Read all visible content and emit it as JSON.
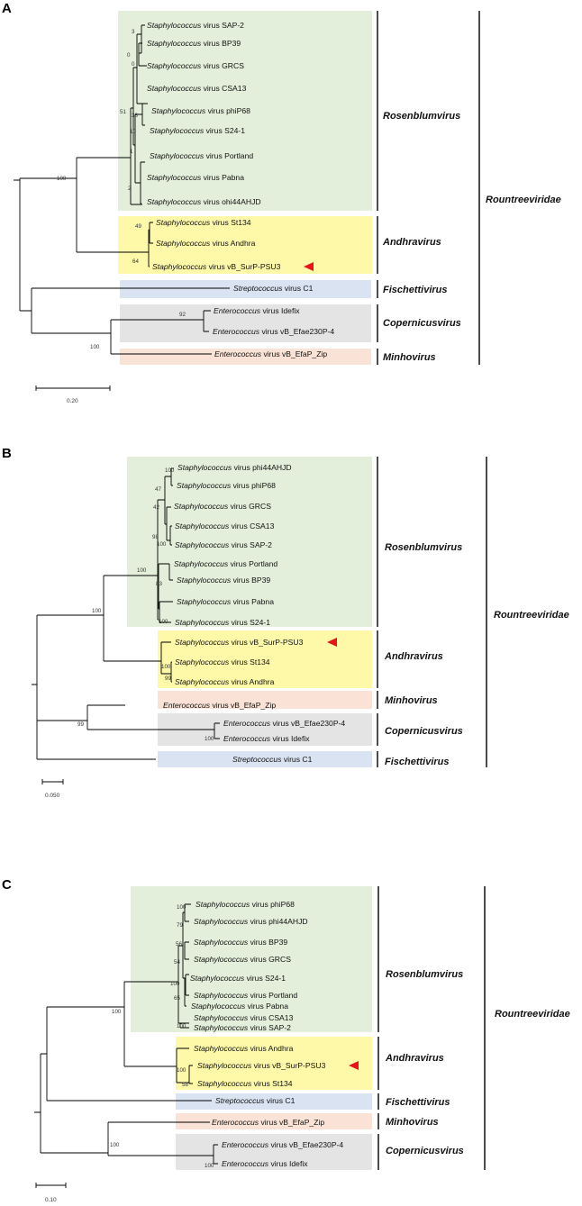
{
  "colors": {
    "rosenblumvirus": "#e3efda",
    "andhravirus": "#fdf9a8",
    "fischettivirus": "#dae3f1",
    "copernicusvirus": "#e4e4e4",
    "minhovirus": "#fae3d6",
    "marker": "#e8141b"
  },
  "panels": [
    {
      "letter": "A",
      "family": "Rountreeviridae",
      "scale_label": "0.20",
      "groups": [
        {
          "label": "Rosenblumvirus",
          "color": "rosenblumvirus"
        },
        {
          "label": "Andhravirus",
          "color": "andhravirus"
        },
        {
          "label": "Fischettivirus",
          "color": "fischettivirus"
        },
        {
          "label": "Copernicusvirus",
          "color": "copernicusvirus"
        },
        {
          "label": "Minhovirus",
          "color": "minhovirus"
        }
      ],
      "taxa": [
        {
          "genus": "Staphylococcus",
          "rest": " virus SAP-2"
        },
        {
          "genus": "Staphylococcus",
          "rest": " virus BP39"
        },
        {
          "genus": "Staphylococcus",
          "rest": " virus GRCS"
        },
        {
          "genus": "Staphylococcus",
          "rest": " virus CSA13"
        },
        {
          "genus": "Staphylococcus",
          "rest": " virus phiP68"
        },
        {
          "genus": "Staphylococcus",
          "rest": " virus S24-1"
        },
        {
          "genus": "Staphylococcus",
          "rest": " virus Portland"
        },
        {
          "genus": "Staphylococcus",
          "rest": " virus Pabna"
        },
        {
          "genus": "Staphylococcus",
          "rest": " virus ohi44AHJD"
        },
        {
          "genus": "Staphylococcus",
          "rest": " virus St134"
        },
        {
          "genus": "Staphylococcus",
          "rest": " virus Andhra"
        },
        {
          "genus": "Staphylococcus",
          "rest": " virus vB_SurP-PSU3"
        },
        {
          "genus": "Streptococcus",
          "rest": " virus C1"
        },
        {
          "genus": "Enterococcus",
          "rest": " virus Idefix"
        },
        {
          "genus": "Enterococcus",
          "rest": " virus vB_Efae230P-4"
        },
        {
          "genus": "Enterococcus",
          "rest": " virus vB_EfaP_Zip"
        }
      ],
      "support": [
        "3",
        "0",
        "0",
        "38",
        "10",
        "1",
        "2",
        "51",
        "100",
        "49",
        "64",
        "92",
        "100"
      ]
    },
    {
      "letter": "B",
      "family": "Rountreeviridae",
      "scale_label": "0.050",
      "groups": [
        {
          "label": "Rosenblumvirus",
          "color": "rosenblumvirus"
        },
        {
          "label": "Andhravirus",
          "color": "andhravirus"
        },
        {
          "label": "Minhovirus",
          "color": "minhovirus"
        },
        {
          "label": "Copernicusvirus",
          "color": "copernicusvirus"
        },
        {
          "label": "Fischettivirus",
          "color": "fischettivirus"
        }
      ],
      "taxa": [
        {
          "genus": "Staphylococcus",
          "rest": " virus phi44AHJD"
        },
        {
          "genus": "Staphylococcus",
          "rest": " virus phiP68"
        },
        {
          "genus": "Staphylococcus",
          "rest": " virus GRCS"
        },
        {
          "genus": "Staphylococcus",
          "rest": " virus CSA13"
        },
        {
          "genus": "Staphylococcus",
          "rest": " virus SAP-2"
        },
        {
          "genus": "Staphylococcus",
          "rest": " virus Portland"
        },
        {
          "genus": "Staphylococcus",
          "rest": " virus BP39"
        },
        {
          "genus": "Staphylococcus",
          "rest": " virus Pabna"
        },
        {
          "genus": "Staphylococcus",
          "rest": " virus S24-1"
        },
        {
          "genus": "Staphylococcus",
          "rest": " virus vB_SurP-PSU3"
        },
        {
          "genus": "Staphylococcus",
          "rest": " virus St134"
        },
        {
          "genus": "Staphylococcus",
          "rest": " virus Andhra"
        },
        {
          "genus": "Enterococcus",
          "rest": " virus vB_EfaP_Zip"
        },
        {
          "genus": "Enterococcus",
          "rest": " virus vB_Efae230P-4"
        },
        {
          "genus": "Enterococcus",
          "rest": " virus Idefix"
        },
        {
          "genus": "Streptococcus",
          "rest": " virus C1"
        }
      ],
      "support": [
        "100",
        "47",
        "42",
        "98",
        "100",
        "100",
        "83",
        "100",
        "100",
        "100",
        "99",
        "99",
        "100"
      ]
    },
    {
      "letter": "C",
      "family": "Rountreeviridae",
      "scale_label": "0.10",
      "groups": [
        {
          "label": "Rosenblumvirus",
          "color": "rosenblumvirus"
        },
        {
          "label": "Andhravirus",
          "color": "andhravirus"
        },
        {
          "label": "Fischettivirus",
          "color": "fischettivirus"
        },
        {
          "label": "Minhovirus",
          "color": "minhovirus"
        },
        {
          "label": "Copernicusvirus",
          "color": "copernicusvirus"
        }
      ],
      "taxa": [
        {
          "genus": "Staphylococcus",
          "rest": " virus phiP68"
        },
        {
          "genus": "Staphylococcus",
          "rest": " virus phi44AHJD"
        },
        {
          "genus": "Staphylococcus",
          "rest": " virus BP39"
        },
        {
          "genus": "Staphylococcus",
          "rest": " virus GRCS"
        },
        {
          "genus": "Staphylococcus",
          "rest": " virus S24-1"
        },
        {
          "genus": "Staphylococcus",
          "rest": " virus Portland"
        },
        {
          "genus": "Staphylococcus",
          "rest": " virus Pabna"
        },
        {
          "genus": "Staphylococcus",
          "rest": " virus CSA13"
        },
        {
          "genus": "Staphylococcus",
          "rest": " virus SAP-2"
        },
        {
          "genus": "Staphylococcus",
          "rest": " virus Andhra"
        },
        {
          "genus": "Staphylococcus",
          "rest": " virus vB_SurP-PSU3"
        },
        {
          "genus": "Staphylococcus",
          "rest": " virus St134"
        },
        {
          "genus": "Streptococcus",
          "rest": " virus C1"
        },
        {
          "genus": "Enterococcus",
          "rest": " virus vB_EfaP_Zip"
        },
        {
          "genus": "Enterococcus",
          "rest": " virus vB_Efae230P-4"
        },
        {
          "genus": "Enterococcus",
          "rest": " virus Idefix"
        }
      ],
      "support": [
        "100",
        "79",
        "56",
        "54",
        "100",
        "65",
        "100",
        "100",
        "100",
        "58",
        "100",
        "100"
      ]
    }
  ]
}
